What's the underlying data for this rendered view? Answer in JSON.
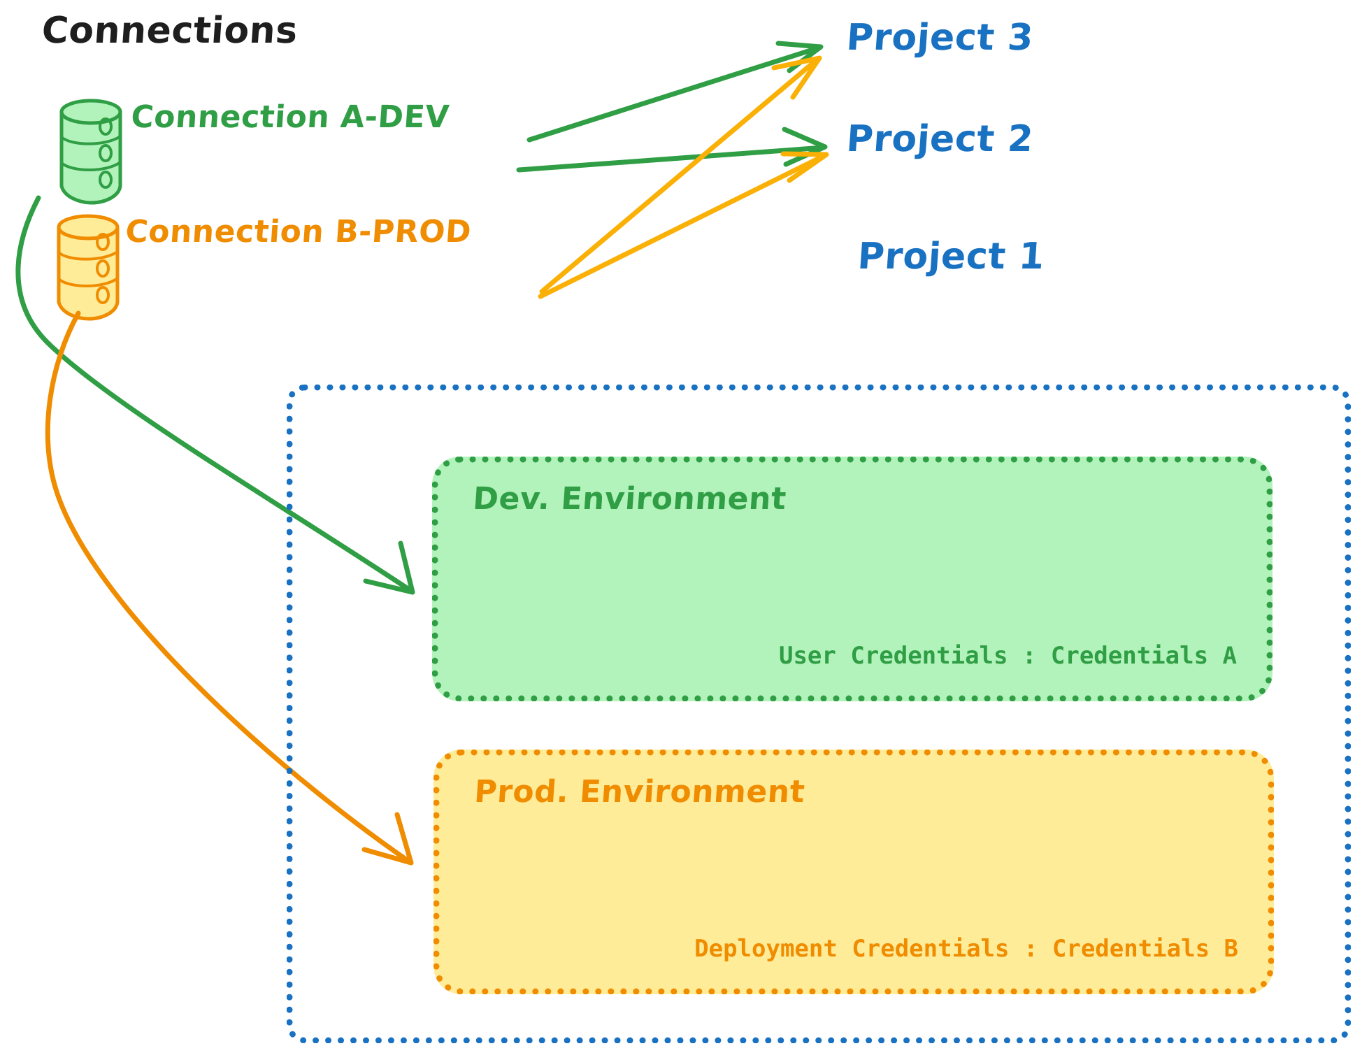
{
  "diagram": {
    "title": "Connections",
    "background_color": "#ffffff",
    "colors": {
      "green_stroke": "#2f9e44",
      "green_fill": "#b2f2bb",
      "orange_stroke": "#f08c00",
      "orange_fill": "#ffec99",
      "blue_stroke": "#1971c2",
      "black_text": "#1e1e1e"
    },
    "connections": [
      {
        "id": "connection-a-dev",
        "label": "Connection A-DEV",
        "color": "#2f9e44",
        "icon": "database-cylinder-icon",
        "targets": [
          "Project 3",
          "Project 2",
          "Dev. Environment"
        ]
      },
      {
        "id": "connection-b-prod",
        "label": "Connection B-PROD",
        "color": "#f08c00",
        "icon": "database-cylinder-icon",
        "targets": [
          "Project 3",
          "Project 2",
          "Prod. Environment"
        ]
      }
    ],
    "projects": [
      {
        "id": "project-3",
        "label": "Project 3",
        "color": "#1971c2"
      },
      {
        "id": "project-2",
        "label": "Project 2",
        "color": "#1971c2"
      },
      {
        "id": "project-1",
        "label": "Project 1",
        "color": "#1971c2"
      }
    ],
    "project_1": {
      "label": "Project 1",
      "border_style": "dotted",
      "border_color": "#1971c2",
      "environments": [
        {
          "id": "dev-environment",
          "title": "Dev. Environment",
          "credentials_label": "User Credentials : Credentials A",
          "fill": "#b2f2bb",
          "stroke": "#2f9e44"
        },
        {
          "id": "prod-environment",
          "title": "Prod. Environment",
          "credentials_label": "Deployment Credentials : Credentials B",
          "fill": "#ffec99",
          "stroke": "#f08c00"
        }
      ]
    }
  }
}
